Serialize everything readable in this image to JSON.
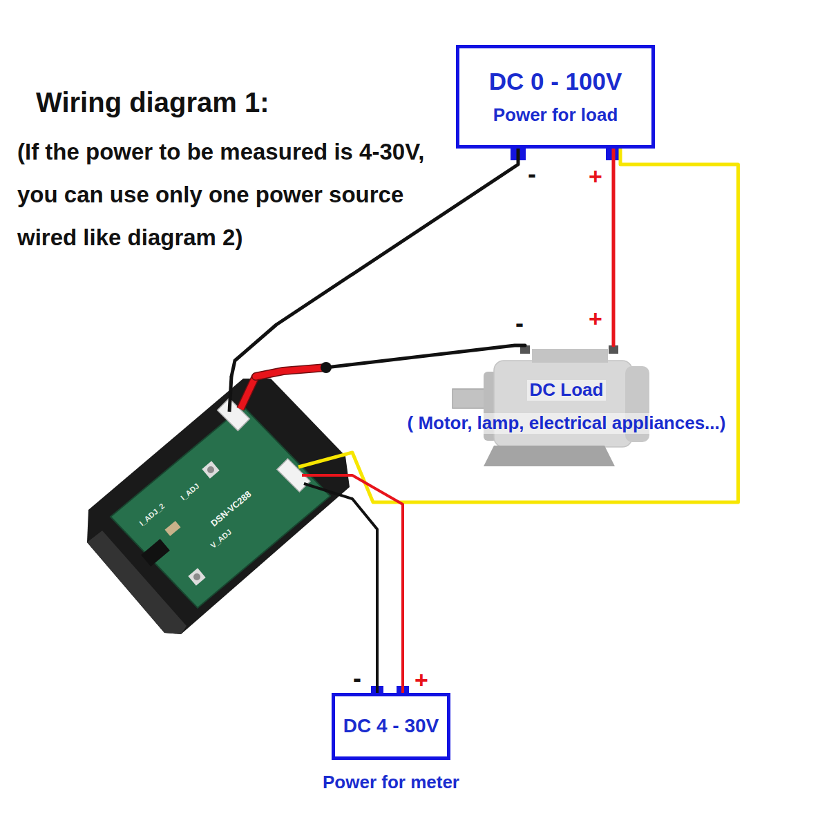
{
  "diagram": {
    "title": "Wiring diagram 1:",
    "nodes": [
      {
        "text": [
          "DC 0 - 100V",
          "Power for load"
        ]
      },
      {
        "text": [
          "DC Load",
          "( Motor, lamp, electrical appliances...)"
        ]
      },
      {
        "text": [
          "DSN-VC288"
        ]
      },
      {
        "text": [
          "DC 4 - 30V",
          "Power for meter"
        ]
      }
    ],
    "edges": [
      {
        "from": 0,
        "to": 2,
        "arrow": "none"
      },
      {
        "from": 0,
        "to": 1,
        "arrow": "none"
      },
      {
        "from": 1,
        "to": 2,
        "arrow": "none"
      },
      {
        "from": 0,
        "to": 2,
        "arrow": "none"
      },
      {
        "from": 3,
        "to": 2,
        "arrow": "none"
      },
      {
        "from": 3,
        "to": 2,
        "arrow": "none"
      }
    ],
    "labels": [
      "(If the power to be measured is 4-30V, you can use only one power source wired like diagram 2)",
      "-",
      "+",
      "-",
      "+",
      "I_ADJ_2",
      "I_ADJ",
      "V_ADJ",
      "-",
      "+"
    ]
  }
}
